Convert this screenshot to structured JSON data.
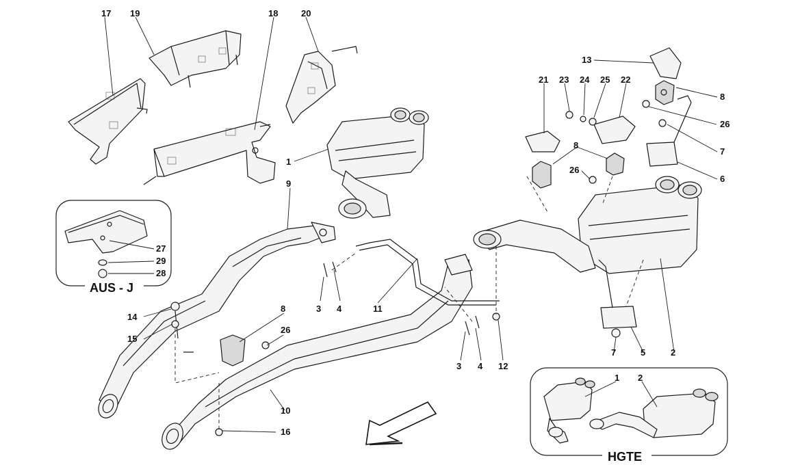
{
  "diagram": {
    "callouts": [
      {
        "id": "c1",
        "text": "1"
      },
      {
        "id": "c2",
        "text": "2"
      },
      {
        "id": "c3a",
        "text": "3"
      },
      {
        "id": "c3b",
        "text": "3"
      },
      {
        "id": "c4a",
        "text": "4"
      },
      {
        "id": "c4b",
        "text": "4"
      },
      {
        "id": "c5",
        "text": "5"
      },
      {
        "id": "c6",
        "text": "6"
      },
      {
        "id": "c7a",
        "text": "7"
      },
      {
        "id": "c7b",
        "text": "7"
      },
      {
        "id": "c8a",
        "text": "8"
      },
      {
        "id": "c8b",
        "text": "8"
      },
      {
        "id": "c8c",
        "text": "8"
      },
      {
        "id": "c9",
        "text": "9"
      },
      {
        "id": "c10",
        "text": "10"
      },
      {
        "id": "c11",
        "text": "11"
      },
      {
        "id": "c12",
        "text": "12"
      },
      {
        "id": "c13",
        "text": "13"
      },
      {
        "id": "c14",
        "text": "14"
      },
      {
        "id": "c15",
        "text": "15"
      },
      {
        "id": "c16",
        "text": "16"
      },
      {
        "id": "c17",
        "text": "17"
      },
      {
        "id": "c18",
        "text": "18"
      },
      {
        "id": "c19",
        "text": "19"
      },
      {
        "id": "c20",
        "text": "20"
      },
      {
        "id": "c21",
        "text": "21"
      },
      {
        "id": "c22",
        "text": "22"
      },
      {
        "id": "c23",
        "text": "23"
      },
      {
        "id": "c24",
        "text": "24"
      },
      {
        "id": "c25",
        "text": "25"
      },
      {
        "id": "c26a",
        "text": "26"
      },
      {
        "id": "c26b",
        "text": "26"
      },
      {
        "id": "c26c",
        "text": "26"
      },
      {
        "id": "c27",
        "text": "27"
      },
      {
        "id": "c28",
        "text": "28"
      },
      {
        "id": "c29",
        "text": "29"
      }
    ],
    "inset_aus": {
      "label": "AUS - J",
      "callouts": {
        "c27": "27",
        "c29": "29",
        "c28": "28"
      }
    },
    "inset_hgte": {
      "label": "HGTE",
      "callouts": {
        "c1": "1",
        "c2": "2"
      }
    }
  }
}
